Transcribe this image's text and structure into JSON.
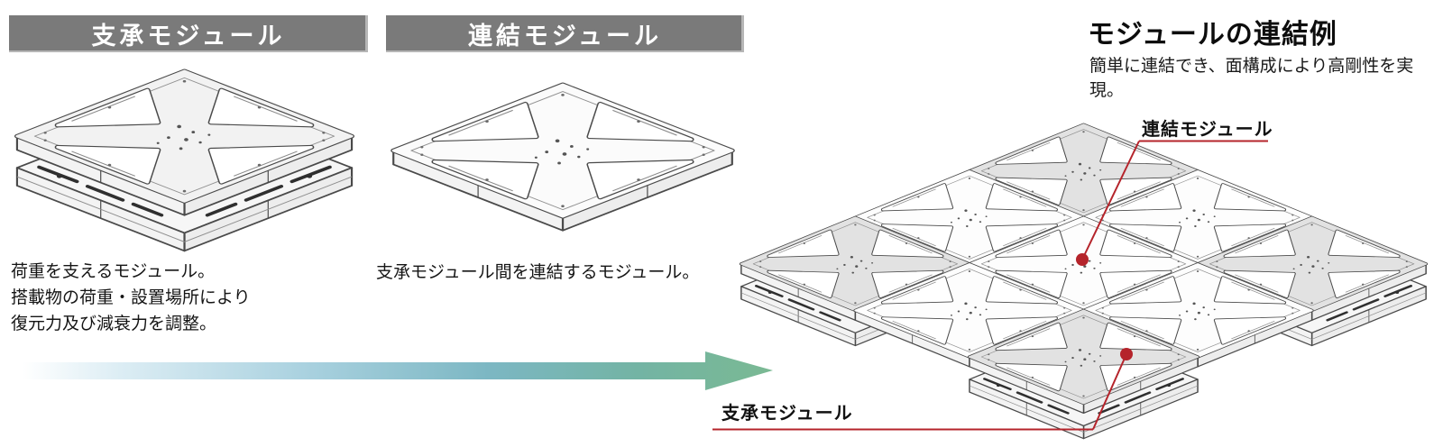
{
  "modules": [
    {
      "header": "支承モジュール",
      "description_lines": [
        "荷重を支えるモジュール。",
        "搭載物の荷重・設置場所により",
        "復元力及び減衰力を調整。"
      ]
    },
    {
      "header": "連結モジュール",
      "description_lines": [
        "支承モジュール間を連結するモジュール。"
      ]
    }
  ],
  "connection_example": {
    "title": "モジュールの連結例",
    "subtitle": "簡単に連結でき、面構成により高剛性を実現。",
    "callout_link_label": "連結モジュール",
    "callout_support_label": "支承モジュール"
  },
  "colors": {
    "header_bg": "#7a7a7a",
    "header_text": "#ffffff",
    "callout_red": "#b5242b",
    "line_art": "#4a4a4a",
    "support_tile_fill": "#e2e2e2",
    "link_tile_fill": "#fdfdfd",
    "arrow_start": "#ffffff",
    "arrow_end": "#7ab993"
  }
}
